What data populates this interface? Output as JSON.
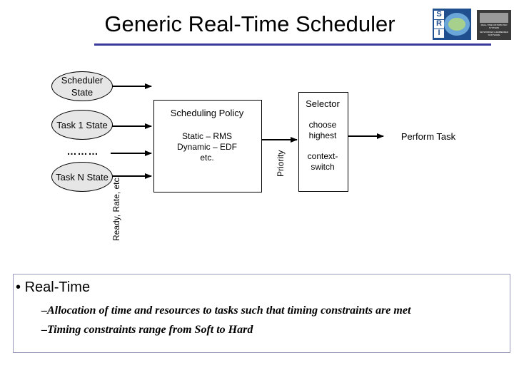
{
  "title": "Generic Real-Time Scheduler",
  "logo_left": {
    "letters": [
      "S",
      "R",
      "I"
    ]
  },
  "logo_right": {
    "lines": [
      "REAL-TIME DISTRIBUTED",
      "SYSTEMS",
      "NETWORKED & EMBEDDED",
      "SOFTWARE"
    ]
  },
  "states": {
    "scheduler": "Scheduler State",
    "task1": "Task 1 State",
    "ellipsis": "………",
    "taskN": "Task N State"
  },
  "rotated_label": "Ready, Rate, etc.",
  "policy_box": {
    "heading": "Scheduling Policy",
    "detail": "Static – RMS Dynamic – EDF etc."
  },
  "priority_label": "Priority",
  "selector_box": {
    "heading": "Selector",
    "item1": "choose highest",
    "item2": "context-switch"
  },
  "perform_task": "Perform Task",
  "bullet": {
    "symbol": "•",
    "text": "Real-Time",
    "subs": [
      "–Allocation of time and resources to tasks such that timing constraints are met",
      "–Timing constraints range from Soft to Hard"
    ]
  },
  "colors": {
    "title_rule": "#3a3a9a",
    "oval_fill": "#e6e6e6",
    "logo_blue": "#1f4f8f"
  }
}
